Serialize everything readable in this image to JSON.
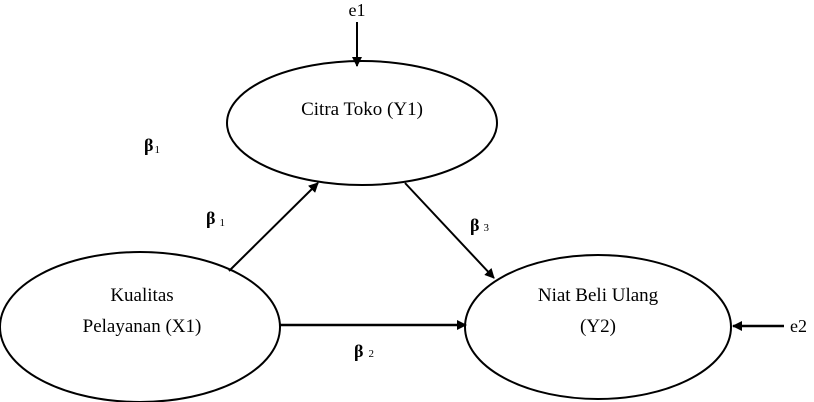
{
  "diagram": {
    "nodes": {
      "citra_toko": {
        "label": "Citra Toko (Y1)"
      },
      "kualitas": {
        "line1": "Kualitas",
        "line2": "Pelayanan (X1)"
      },
      "niat_beli": {
        "line1": "Niat Beli Ulang",
        "line2": "(Y2)"
      }
    },
    "errors": {
      "e1": "e1",
      "e2": "e2"
    },
    "paths": {
      "stray_label": {
        "symbol": "β",
        "sub": "1"
      },
      "x1_y1": {
        "symbol": "β",
        "sub": "1"
      },
      "x1_y2": {
        "symbol": "β",
        "sub": "2"
      },
      "y1_y2": {
        "symbol": "β",
        "sub": "3"
      }
    },
    "colors": {
      "stroke": "#000000",
      "background": "#ffffff"
    }
  }
}
